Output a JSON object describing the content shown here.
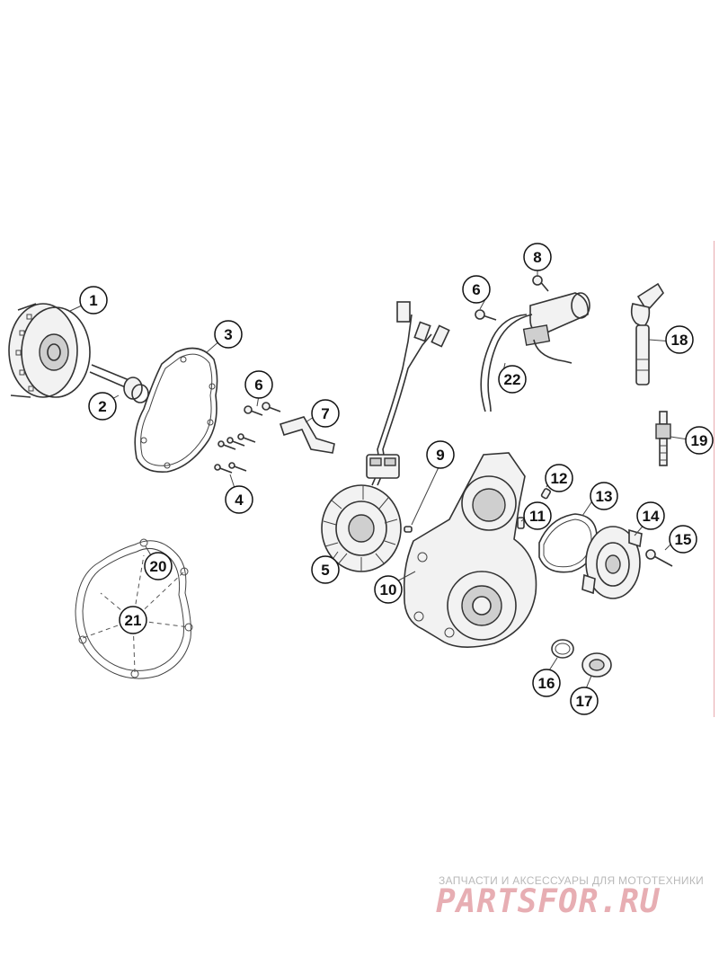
{
  "callouts": [
    {
      "id": "1",
      "label": "1"
    },
    {
      "id": "2",
      "label": "2"
    },
    {
      "id": "3",
      "label": "3"
    },
    {
      "id": "4",
      "label": "4"
    },
    {
      "id": "5",
      "label": "5"
    },
    {
      "id": "6a",
      "label": "6"
    },
    {
      "id": "6b",
      "label": "6"
    },
    {
      "id": "7",
      "label": "7"
    },
    {
      "id": "8",
      "label": "8"
    },
    {
      "id": "9",
      "label": "9"
    },
    {
      "id": "10",
      "label": "10"
    },
    {
      "id": "11",
      "label": "11"
    },
    {
      "id": "12",
      "label": "12"
    },
    {
      "id": "13",
      "label": "13"
    },
    {
      "id": "14",
      "label": "14"
    },
    {
      "id": "15",
      "label": "15"
    },
    {
      "id": "16",
      "label": "16"
    },
    {
      "id": "17",
      "label": "17"
    },
    {
      "id": "18",
      "label": "18"
    },
    {
      "id": "19",
      "label": "19"
    },
    {
      "id": "20",
      "label": "20"
    },
    {
      "id": "21",
      "label": "21"
    },
    {
      "id": "22",
      "label": "22"
    }
  ],
  "watermark": {
    "caption": "ЗАПЧАСТИ И АКСЕССУАРЫ ДЛЯ МОТОТЕХНИКИ",
    "logo": "PARTSFOR.RU",
    "color": "#e7aeb3"
  }
}
